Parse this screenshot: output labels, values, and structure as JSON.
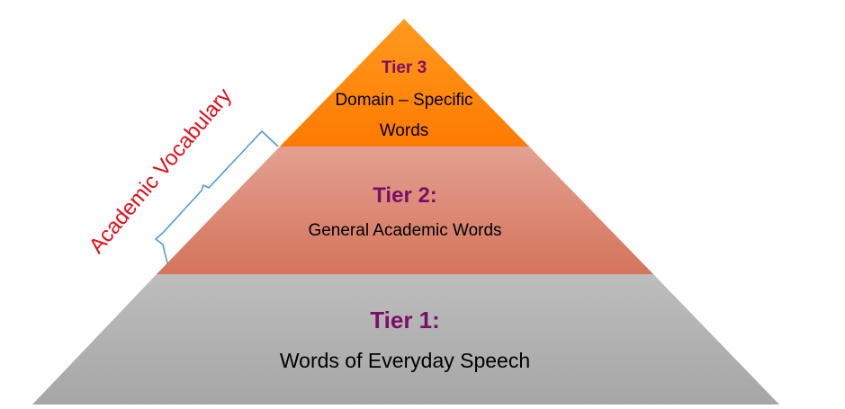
{
  "pyramid": {
    "tier3": {
      "title": "Tier 3",
      "line1": "Domain – Specific",
      "line2": "Words",
      "color": "#FF8000"
    },
    "tier2": {
      "title": "Tier 2:",
      "line1": "General Academic Words",
      "color": "#D9806B"
    },
    "tier1": {
      "title": "Tier 1:",
      "line1": "Words of Everyday Speech",
      "color": "#B8B8B8"
    },
    "title_color": "#7A0F6A"
  },
  "bracket": {
    "label": "Academic Vocabulary",
    "label_color": "#E0101A",
    "bracket_color": "#4F9ACF"
  }
}
